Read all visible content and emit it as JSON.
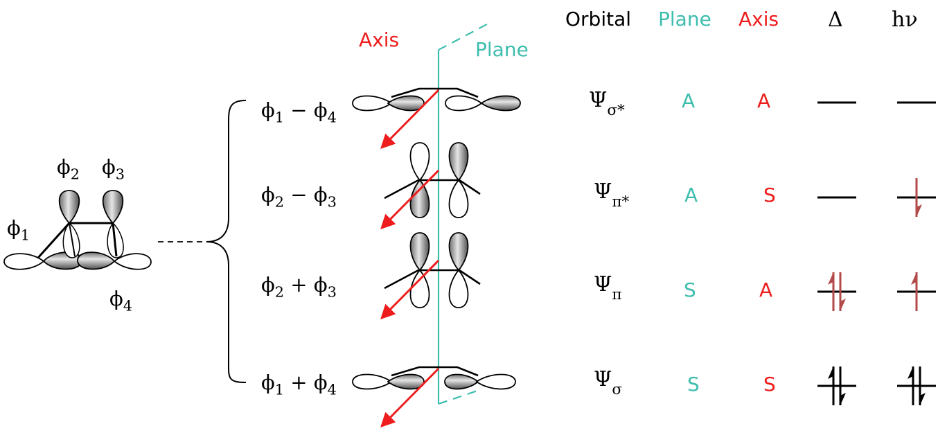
{
  "colors": {
    "plane": "#3dbdad",
    "axis": "#ee1c1c",
    "electron_red": "#b34a4a",
    "line": "#000000"
  },
  "header": {
    "orbital": "Orbital",
    "plane": "Plane",
    "axis": "Axis",
    "thermal": "Δ",
    "photo": "hν"
  },
  "mirror": {
    "axis_label": "Axis",
    "plane_label": "Plane"
  },
  "basis": {
    "phi1": "ϕ",
    "phi1_sub": "1",
    "phi2": "ϕ",
    "phi2_sub": "2",
    "phi3": "ϕ",
    "phi3_sub": "3",
    "phi4": "ϕ",
    "phi4_sub": "4"
  },
  "combos": [
    {
      "a": "ϕ",
      "a_sub": "1",
      "op": "−",
      "b": "ϕ",
      "b_sub": "4",
      "psi": "Ψ",
      "psi_sub": "σ*",
      "plane": "A",
      "axis": "A",
      "thermal": "empty",
      "photo": "empty"
    },
    {
      "a": "ϕ",
      "a_sub": "2",
      "op": "−",
      "b": "ϕ",
      "b_sub": "3",
      "psi": "Ψ",
      "psi_sub": "π*",
      "plane": "A",
      "axis": "S",
      "thermal": "empty",
      "photo": "one-down"
    },
    {
      "a": "ϕ",
      "a_sub": "2",
      "op": "+",
      "b": "ϕ",
      "b_sub": "3",
      "psi": "Ψ",
      "psi_sub": "π",
      "plane": "S",
      "axis": "A",
      "thermal": "pair",
      "photo": "one-up"
    },
    {
      "a": "ϕ",
      "a_sub": "1",
      "op": "+",
      "b": "ϕ",
      "b_sub": "4",
      "psi": "Ψ",
      "psi_sub": "σ",
      "plane": "S",
      "axis": "S",
      "thermal": "pair",
      "photo": "pair"
    }
  ]
}
